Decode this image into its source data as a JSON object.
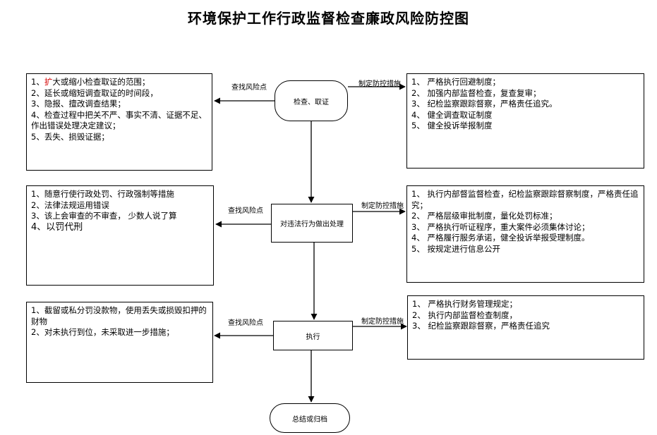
{
  "title": "环境保护工作行政监督检查廉政风险防控图",
  "edge_labels": {
    "risk": "查找风险点",
    "control": "制定防控措施"
  },
  "nodes": {
    "start": "检查、取证",
    "process": "对违法行为做出处理",
    "execute": "执行",
    "end": "总结或归档"
  },
  "stage1": {
    "risks": {
      "line1_prefix": "1、",
      "line1_highlight": "扩",
      "line1_rest": "大或缩小检查取证的范围；",
      "lines": [
        "2、延长或缩短调查取证的时间段，",
        "3、隐报、擅改调查结果；",
        "4、检查过程中把关不严、事实不清、证据不足、作出错误处理决定建议；",
        "5、丢失、损毁证据；"
      ]
    },
    "controls": [
      "1、 严格执行回避制度；",
      "2、 加强内部监督检查，复查复审；",
      "3、 纪检监察跟踪督察，严格责任追究。",
      "4、 健全调查取证制度",
      "5、 健全投诉举报制度"
    ]
  },
  "stage2": {
    "risks": [
      "1、随意行使行政处罚、行政强制等措施",
      "2、法律法规运用错误",
      "3、该上会审查的不审查， 少数人说了算",
      "4、以罚代刑"
    ],
    "controls": [
      "1、 执行内部督监督检查，纪检监察跟踪督察制度，严格责任追究；",
      "2、 严格层级审批制度，量化处罚标准；",
      "3、 严格执行听证程序，重大案件必须集体讨论；",
      "4、 严格履行服务承诺，健全投诉举报受理制度。",
      "5、 按规定进行信息公开"
    ]
  },
  "stage3": {
    "risks": [
      "1、截留或私分罚没款物，使用丢失或损毁扣押的财物",
      "2、对未执行到位，未采取进一步措施；"
    ],
    "controls": [
      "1、 严格执行财务管理规定；",
      "2、 执行内部监督检查制度，",
      "3、 纪检监察跟踪督察，严格责任追究"
    ]
  }
}
